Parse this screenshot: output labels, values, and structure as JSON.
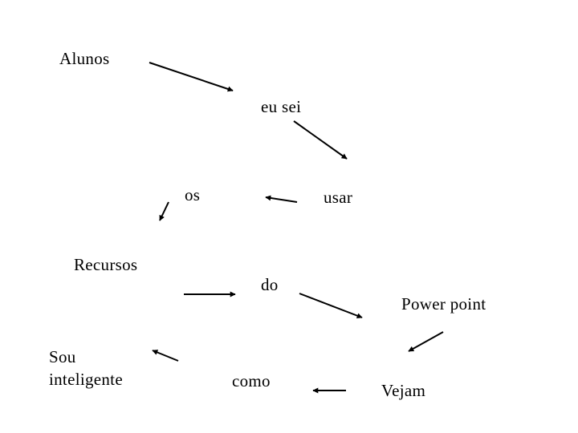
{
  "words": {
    "alunos": "Alunos",
    "eu_sei": "eu sei",
    "os": "os",
    "usar": "usar",
    "recursos": "Recursos",
    "do": "do",
    "power_point": "Power point",
    "sou": "Sou",
    "inteligente": "inteligente",
    "como": "como",
    "vejam": "Vejam"
  },
  "colors": {
    "text": "#000000",
    "arrow": "#000000",
    "background": "#ffffff"
  }
}
